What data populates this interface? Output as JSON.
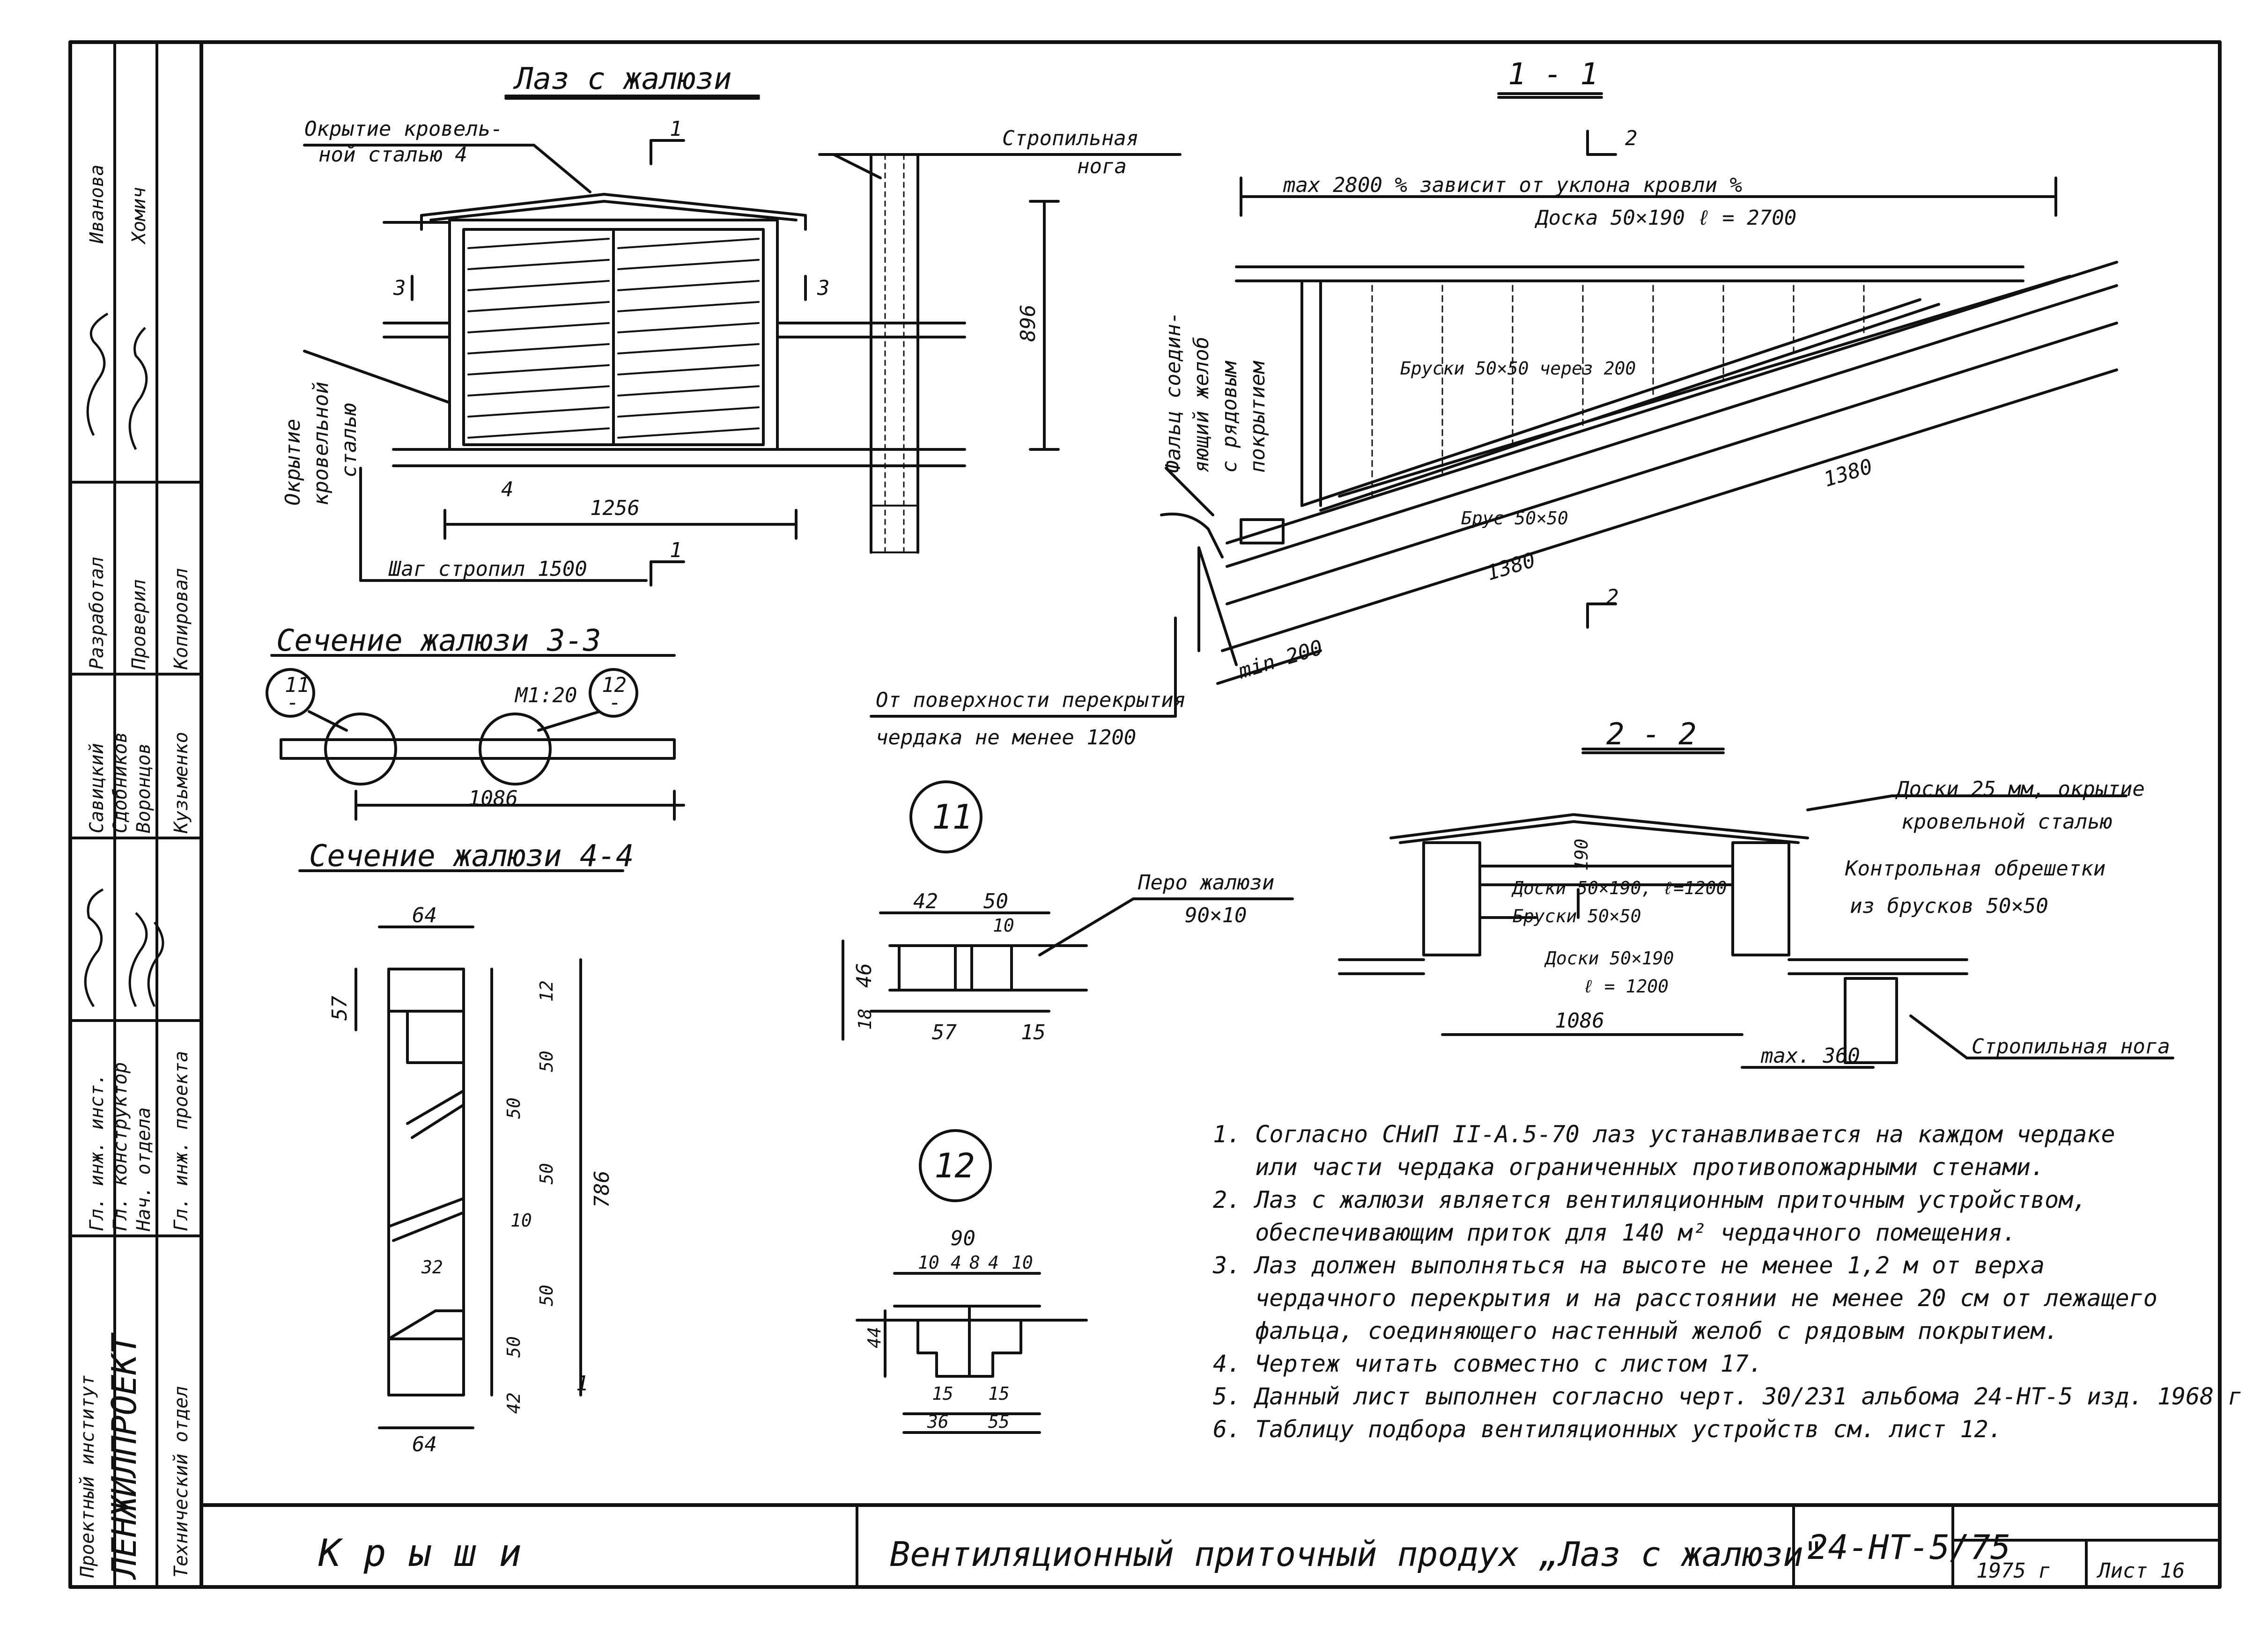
{
  "drawing_views": {
    "front": {
      "title": "Лаз с жалюзи",
      "roof_label_1": "Окрытие кровель-",
      "roof_label_2": "ной сталью 4",
      "rafter_label_1": "Стропильная",
      "rafter_label_2": "нога",
      "side_label_1": "Окрытие",
      "side_label_2": "кровельной",
      "side_label_3": "сталью",
      "cut_1": "1",
      "cut_3": "3",
      "ref_4": "4",
      "dim_width": "1256",
      "dim_height": "896",
      "step_label": "Шаг стропил 1500"
    },
    "section_3_3": {
      "title": "Сечение жалюзи 3-3",
      "scale": "М1:20",
      "dim": "1086",
      "callout_11": "11",
      "callout_12": "12",
      "callout_sub": "-"
    },
    "section_4_4": {
      "title": "Сечение жалюзи 4-4",
      "dim_top": "64",
      "dim_bottom": "64",
      "dim_57": "57",
      "dim_12": "12",
      "dim_50": "50",
      "dim_42": "42",
      "dim_10": "10",
      "dim_32": "32",
      "dim_total": "786",
      "dim_1": "1"
    },
    "section_1_1": {
      "title": "1 - 1",
      "cut_2": "2",
      "max_label": "max 2800 % зависит от уклона кровли %",
      "board_label": "Доска 50×190 ℓ = 2700",
      "bars_label": "Бруски 50×50 через 200",
      "bar_label": "Брус 50×50",
      "fold_label_1": "Фальц соедин-",
      "fold_label_2": "яющий желоб",
      "fold_label_3": "с рядовым",
      "fold_label_4": "покрытием",
      "dim_1380_a": "1380",
      "dim_1380_b": "1380",
      "dim_min": "min 200",
      "surface_label_1": "От поверхности перекрытия",
      "surface_label_2": "чердака не менее 1200"
    },
    "detail_11": {
      "id": "11",
      "dim_42": "42",
      "dim_50": "50",
      "dim_10": "10",
      "dim_46": "46",
      "dim_18": "18",
      "dim_57": "57",
      "dim_15": "15",
      "label_1": "Перо жалюзи",
      "label_2": "90×10"
    },
    "detail_12": {
      "id": "12",
      "dim_90": "90",
      "dim_10a": "10",
      "dim_4a": "4",
      "dim_8": "8",
      "dim_4b": "4",
      "dim_10b": "10",
      "dim_44": "44",
      "dim_15a": "15",
      "dim_15b": "15",
      "dim_36": "36",
      "dim_55": "55"
    },
    "section_2_2": {
      "title": "2 - 2",
      "boards_label_1": "Доски 25 мм, окрытие",
      "boards_label_2": "кровельной сталью",
      "counter_label_1": "Контрольная обрешетки",
      "counter_label_2": "из брусков 50×50",
      "board_top": "Доски 50×190, ℓ=1200",
      "bars": "Бруски 50×50",
      "board_bottom_1": "Доски 50×190",
      "board_bottom_2": "ℓ = 1200",
      "dim_190": "190",
      "dim_1086": "1086",
      "dim_max": "max. 360",
      "rafter": "Стропильная нога"
    }
  },
  "notes": [
    "1. Согласно СНиП II-А.5-70 лаз устанавливается на каждом чердаке",
    "   или части чердака ограниченных противопожарными стенами.",
    "2. Лаз с жалюзи является вентиляционным приточным устройством,",
    "   обеспечивающим приток для 140 м² чердачного помещения.",
    "3. Лаз должен выполняться на высоте не менее 1,2 м от верха",
    "   чердачного перекрытия и на расстоянии не менее 20 см от лежащего",
    "   фальца, соединяющего настенный желоб с рядовым покрытием.",
    "4. Чертеж читать совместно с листом 17.",
    "5. Данный лист выполнен согласно черт. 30/231 альбома 24-НТ-5 изд. 1968 г",
    "6. Таблицу подбора вентиляционных устройств см. лист 12."
  ],
  "stamp": {
    "roles": [
      "Разработал",
      "Проверил",
      "Копировал"
    ],
    "dev_names": [
      "Савицкий",
      "Сдобников",
      "Воронцов",
      "Кузьменко"
    ],
    "approvals": [
      "Иванова",
      "Хомич"
    ],
    "positions": [
      "Гл. инж. инст.",
      "Гл. конструктор",
      "Нач. отдела",
      "Гл. инж. проекта"
    ],
    "institute_1": "Проектный институт",
    "institute_2": "ЛЕНЖИЛПРОЕКТ",
    "department": "Технический отдел"
  },
  "title_block": {
    "section": "К р ы ш и",
    "name": "Вентиляционный приточный продух „Лаз с жалюзи\"",
    "code": "24-НТ-5/75",
    "year": "1975 г",
    "sheet": "Лист 16"
  }
}
